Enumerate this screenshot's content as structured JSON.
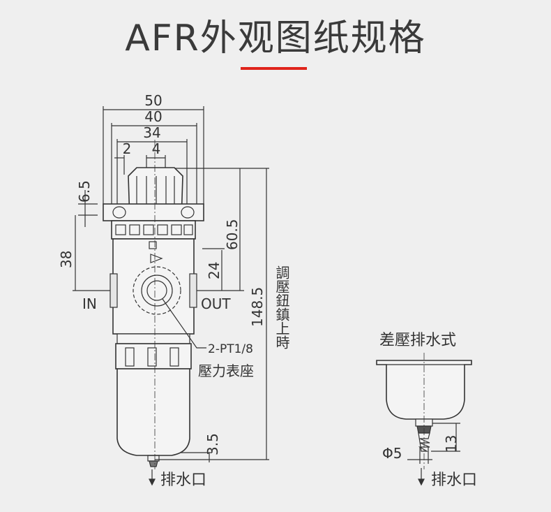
{
  "title": "AFR外观图纸规格",
  "colors": {
    "accent": "#e0241b",
    "background": "#efefef",
    "line": "#333333"
  },
  "main_drawing": {
    "dims": {
      "w50": "50",
      "w40": "40",
      "w34": "34",
      "w2": "2",
      "w4": "4",
      "h6_5": "6.5",
      "h38": "38",
      "h60_5": "60.5",
      "h24": "24",
      "h148_5": "148.5",
      "h3_5": "3.5"
    },
    "labels": {
      "in": "IN",
      "out": "OUT",
      "port": "2-PT1/8",
      "gauge_seat": "壓力表座",
      "knob_lift": "調壓鈕鎮上時",
      "drain": "排水口"
    }
  },
  "drain_detail": {
    "title": "差壓排水式",
    "dims": {
      "phi5": "Φ5",
      "h13": "13"
    },
    "drain": "排水口"
  }
}
